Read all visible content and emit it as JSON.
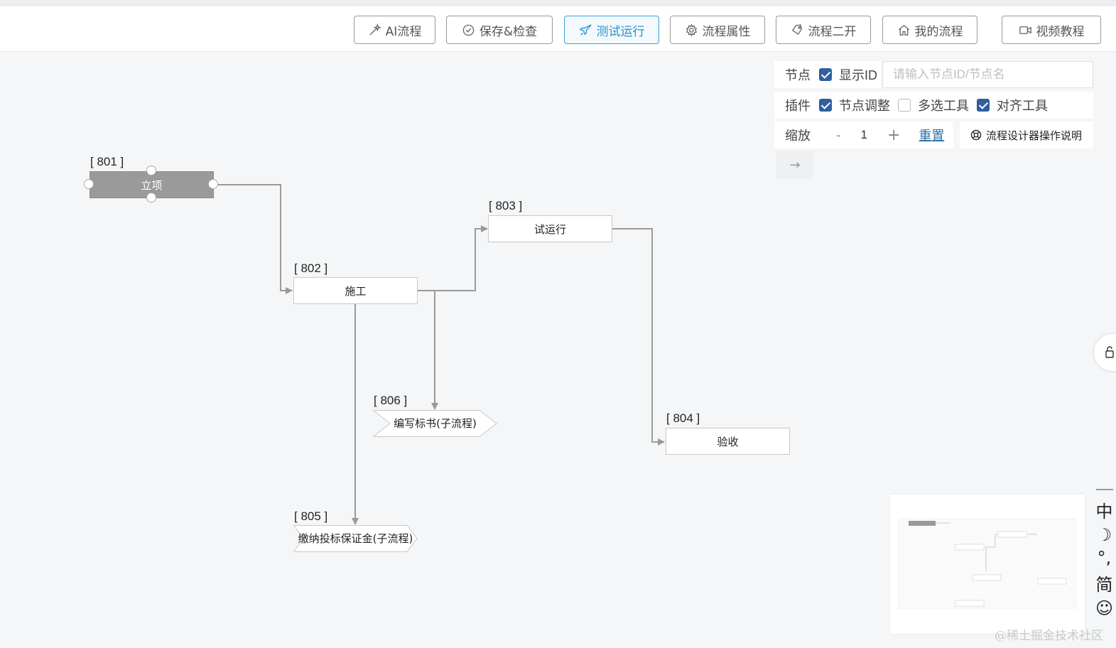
{
  "toolbar": {
    "buttons": [
      {
        "label": "AI流程",
        "icon": "wand-icon"
      },
      {
        "label": "保存&检查",
        "icon": "check-circle-icon"
      },
      {
        "label": "测试运行",
        "icon": "rocket-icon"
      },
      {
        "label": "流程属性",
        "icon": "gear-icon"
      },
      {
        "label": "流程二开",
        "icon": "tag-icon"
      },
      {
        "label": "我的流程",
        "icon": "home-icon"
      },
      {
        "label": "视频教程",
        "icon": "video-icon"
      }
    ],
    "active_color": "#2a93cb"
  },
  "panel": {
    "node_label": "节点",
    "show_id_label": "显示ID",
    "show_id_checked": true,
    "search_placeholder": "请输入节点ID/节点名",
    "plugin_label": "插件",
    "node_adjust_label": "节点调整",
    "node_adjust_checked": true,
    "multi_select_label": "多选工具",
    "multi_select_checked": false,
    "align_label": "对齐工具",
    "align_checked": true,
    "zoom_label": "缩放",
    "zoom_minus": "-",
    "zoom_value": "1",
    "zoom_plus": "+",
    "reset_label": "重置",
    "help_label": "流程设计器操作说明",
    "collapse_arrow": "→"
  },
  "nodes": {
    "n801": {
      "id": "[ 801 ]",
      "name": "立项"
    },
    "n802": {
      "id": "[ 802 ]",
      "name": "施工"
    },
    "n803": {
      "id": "[ 803 ]",
      "name": "试运行"
    },
    "n804": {
      "id": "[ 804 ]",
      "name": "验收"
    },
    "n805": {
      "id": "[ 805 ]",
      "name": "缴纳投标保证金(子流程)"
    },
    "n806": {
      "id": "[ 806 ]",
      "name": "编写标书(子流程)"
    }
  },
  "ime": [
    "中",
    "☽",
    "°,",
    "简",
    "☺"
  ],
  "watermark": "@稀土掘金技术社区"
}
